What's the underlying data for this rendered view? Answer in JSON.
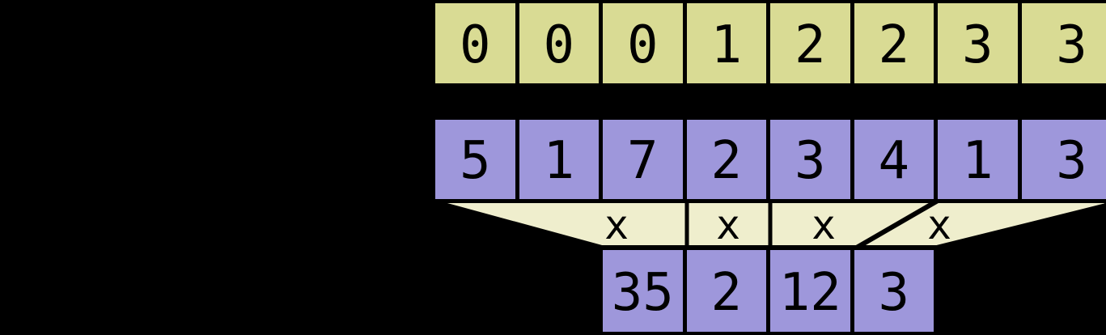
{
  "diagram": {
    "segment_ids_row": {
      "cells": [
        "0",
        "0",
        "0",
        "1",
        "2",
        "2",
        "3",
        "3"
      ]
    },
    "values_row": {
      "cells": [
        "5",
        "1",
        "7",
        "2",
        "3",
        "4",
        "1",
        "3"
      ]
    },
    "operator_band": {
      "operators": [
        "x",
        "x",
        "x",
        "x"
      ]
    },
    "results_row": {
      "cells": [
        "35",
        "2",
        "12",
        "3"
      ]
    },
    "colors": {
      "background": "#000000",
      "segment_ids_fill": "#d9db94",
      "values_fill": "#9e97db",
      "results_fill": "#9e97db",
      "operator_band_fill": "#efeecd",
      "line_and_text": "#000000"
    }
  }
}
